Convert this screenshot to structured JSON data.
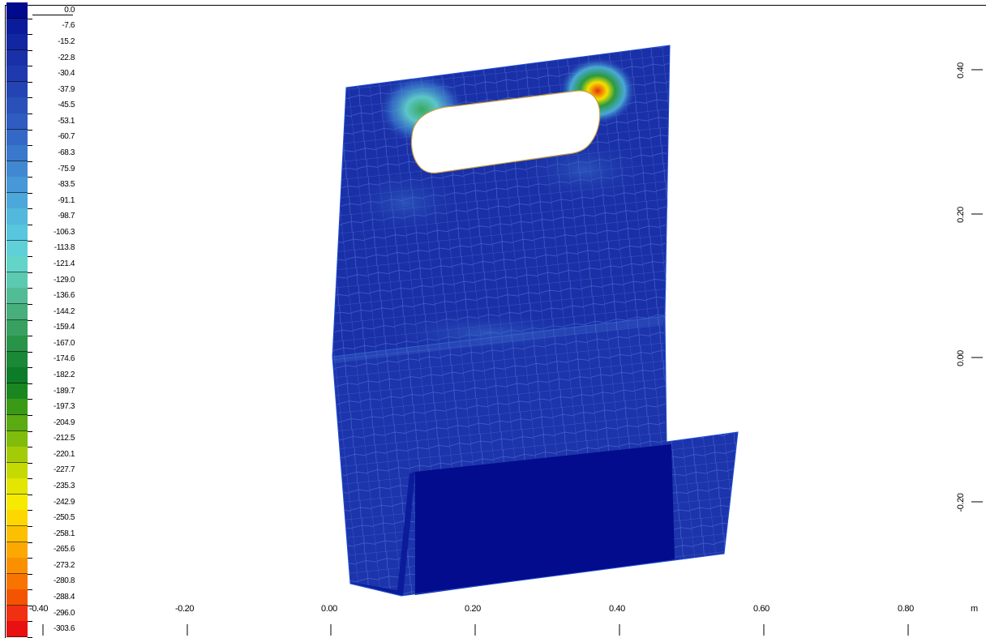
{
  "legend": {
    "values": [
      "0.0",
      "-7.6",
      "-15.2",
      "-22.8",
      "-30.4",
      "-37.9",
      "-45.5",
      "-53.1",
      "-60.7",
      "-68.3",
      "-75.9",
      "-83.5",
      "-91.1",
      "-98.7",
      "-106.3",
      "-113.8",
      "-121.4",
      "-129.0",
      "-136.6",
      "-144.2",
      "-159.4",
      "-167.0",
      "-174.6",
      "-182.2",
      "-189.7",
      "-197.3",
      "-204.9",
      "-212.5",
      "-220.1",
      "-227.7",
      "-235.3",
      "-242.9",
      "-250.5",
      "-258.1",
      "-265.6",
      "-273.2",
      "-280.8",
      "-288.4",
      "-296.0",
      "-303.6"
    ],
    "colors": [
      "#000a8c",
      "#0a1c9a",
      "#1226a2",
      "#1a30a8",
      "#1f3aaf",
      "#2444b4",
      "#2a50ba",
      "#2e5cc0",
      "#3468c6",
      "#3a78cc",
      "#4088d2",
      "#4698d6",
      "#4ca8da",
      "#52b8dc",
      "#58c6de",
      "#60d0d8",
      "#62d4c8",
      "#5ccab0",
      "#52bc96",
      "#48ae7c",
      "#38a060",
      "#289448",
      "#1a8836",
      "#0c7c28",
      "#1a8620",
      "#3a9a16",
      "#5aaa12",
      "#80bc0a",
      "#a4cc06",
      "#c4da02",
      "#e2e600",
      "#f6ea00",
      "#fcd800",
      "#fcc000",
      "#fca800",
      "#fa9000",
      "#f87400",
      "#f45400",
      "#f03010",
      "#e81010"
    ]
  },
  "x_axis": {
    "ticks": [
      "-0.40",
      "-0.20",
      "0.00",
      "0.20",
      "0.40",
      "0.60",
      "0.80"
    ],
    "unit": "m"
  },
  "y_axis": {
    "ticks": [
      "0.40",
      "0.20",
      "0.00",
      "-0.20"
    ]
  }
}
